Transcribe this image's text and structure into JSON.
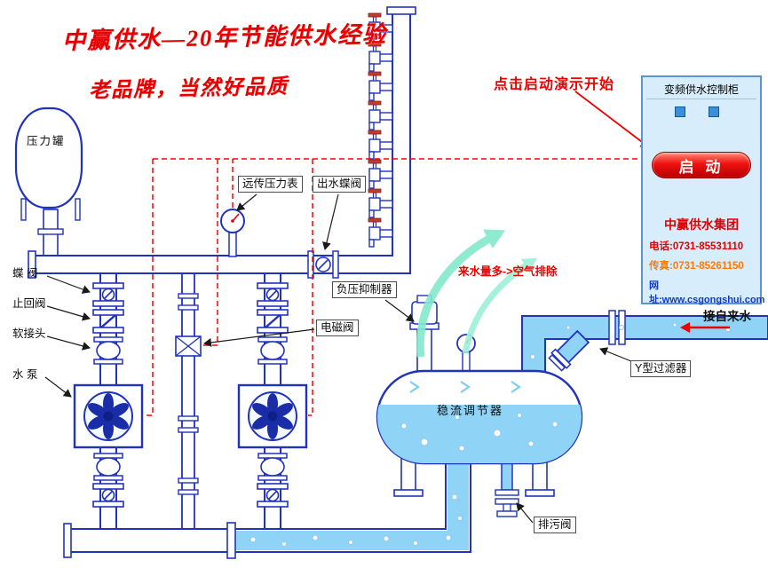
{
  "title": {
    "line1": "中赢供水—20年节能供水经验",
    "line2": "老品牌，当然好品质"
  },
  "hint": {
    "click_start": "点击启动演示开始"
  },
  "cabinet": {
    "title": "变频供水控制柜",
    "start_button": "启 动",
    "company": "中赢供水集团",
    "phone": "电话:0731-85531110",
    "fax": "传真:0731-85261150",
    "website": "网址:www.csgongshui.com"
  },
  "labels": {
    "pressure_tank": "压力罐",
    "remote_gauge": "远传压力表",
    "outlet_valve": "出水蝶阀",
    "butterfly_valve": "蝶 阀",
    "check_valve": "止回阀",
    "flex_joint": "软接头",
    "pump": "水 泵",
    "solenoid_valve": "电磁阀",
    "vacuum_suppressor": "负压抑制器",
    "air_note": "来水量多->空气排除",
    "flow_regulator": "稳流调节器",
    "y_filter": "Y型过滤器",
    "drain_valve": "排污阀",
    "tap_water": "接自来水"
  },
  "colors": {
    "pipe_blue": "#2133bd",
    "water_blue": "#8fd4f7",
    "accent_red": "#ee0000",
    "button_red": "#d40000",
    "cabinet_bg": "#d8edfb"
  }
}
